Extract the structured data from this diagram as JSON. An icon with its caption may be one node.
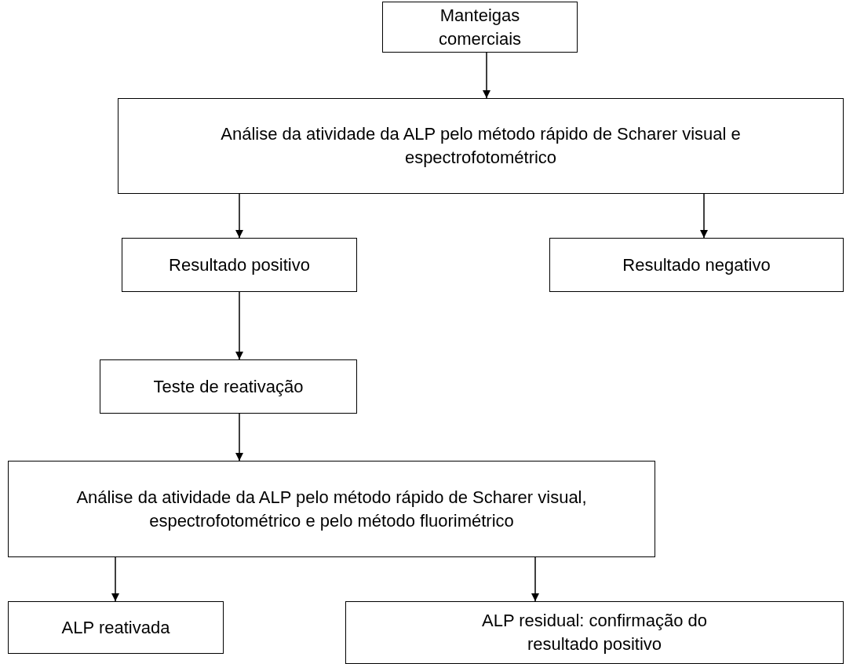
{
  "diagram": {
    "nodes": [
      {
        "text": [
          "Manteigas comerciais"
        ]
      },
      {
        "text": [
          "Análise da atividade da ALP pelo método rápido de Scharer visual e espectrofotométrico"
        ]
      },
      {
        "text": [
          "Resultado positivo"
        ]
      },
      {
        "text": [
          "Resultado negativo"
        ]
      },
      {
        "text": [
          "Teste de reativação"
        ]
      },
      {
        "text": [
          "Análise da atividade da ALP pelo método rápido de Scharer visual, espectrofotométrico e pelo método fluorimétrico"
        ]
      },
      {
        "text": [
          "ALP reativada"
        ]
      },
      {
        "text": [
          "ALP residual: confirmação do resultado positivo"
        ]
      }
    ],
    "edges": [
      {
        "from": 0,
        "to": 1,
        "arrow": "to"
      },
      {
        "from": 1,
        "to": 2,
        "arrow": "to"
      },
      {
        "from": 1,
        "to": 3,
        "arrow": "to"
      },
      {
        "from": 2,
        "to": 4,
        "arrow": "to"
      },
      {
        "from": 4,
        "to": 5,
        "arrow": "to"
      },
      {
        "from": 5,
        "to": 6,
        "arrow": "to"
      },
      {
        "from": 5,
        "to": 7,
        "arrow": "to"
      }
    ]
  }
}
